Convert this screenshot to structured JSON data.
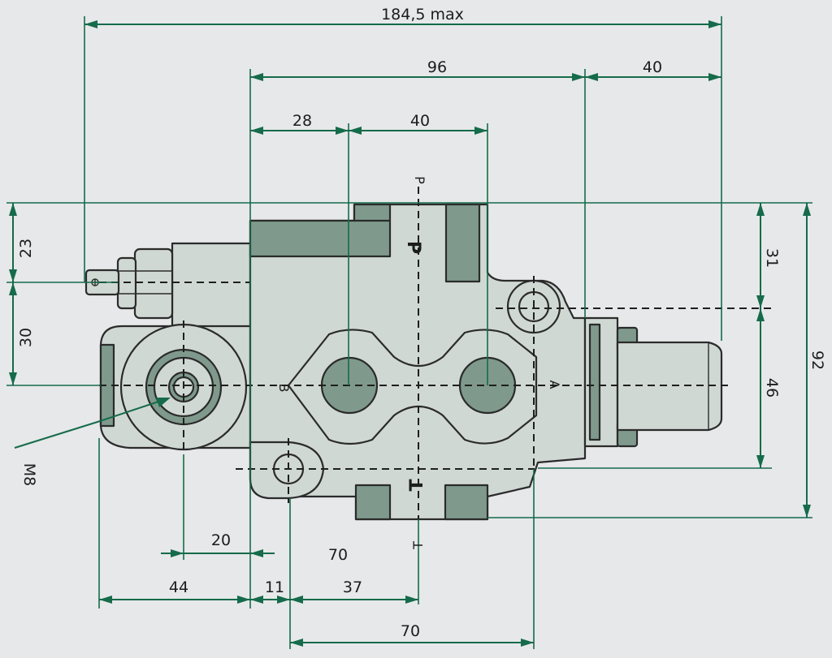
{
  "dimensions": {
    "overall_width": "184,5 max",
    "ports_span": "96",
    "rear_length": "40",
    "p_offset": "28",
    "p_to_a": "40",
    "top_to_bolt": "23",
    "bolt_to_center": "30",
    "m8_thread": "M8",
    "right_top": "31",
    "right_center": "46",
    "total_height": "92",
    "offset_20": "20",
    "label_70": "70",
    "span_44": "44",
    "span_11": "11",
    "span_37": "37",
    "bottom_70": "70"
  },
  "ports": {
    "p_outer": "P",
    "p_inner": "P",
    "a": "A",
    "b": "B",
    "t_inner": "T",
    "t_outer": "T"
  },
  "colors": {
    "dimension_line": "#156b4a",
    "body_fill": "#d0d8d4",
    "recess_fill": "#7f9a8c",
    "background": "#e6e8e9"
  }
}
